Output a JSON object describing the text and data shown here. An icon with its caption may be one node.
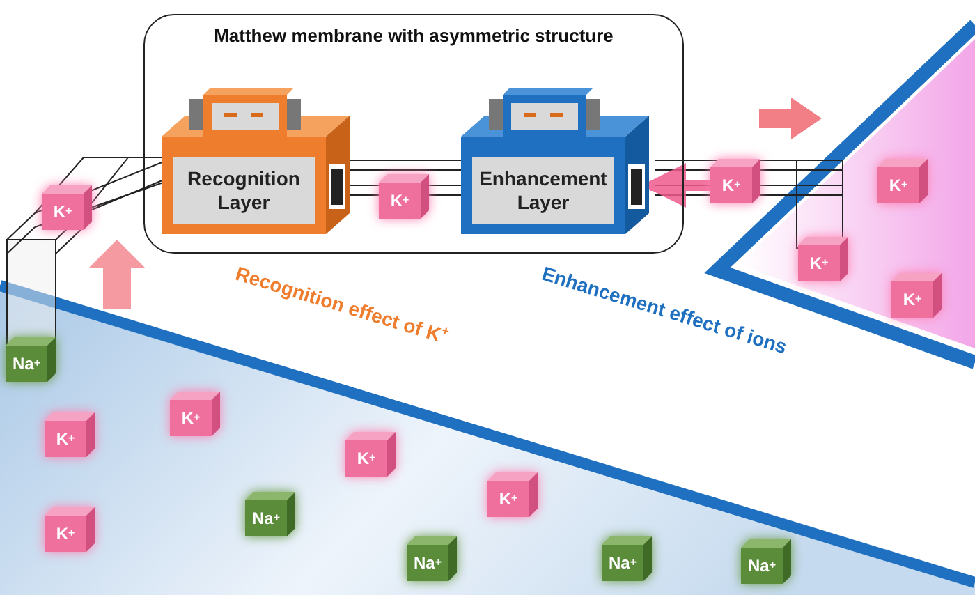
{
  "diagram": {
    "nodes": [
      {
        "text": [
          "Matthew membrane with asymmetric structure"
        ]
      },
      {
        "text": [
          "Recognition Layer"
        ],
        "in": 0
      },
      {
        "text": [
          "Enhancement Layer"
        ],
        "in": 0
      },
      {
        "text": [
          "K$^{+}$"
        ]
      },
      {
        "text": [
          "K$^{+}$"
        ],
        "in": 0
      },
      {
        "text": [
          "K$^{+}$"
        ]
      },
      {
        "text": [
          "K$^{+}$"
        ]
      },
      {
        "text": [
          "K$^{+}$"
        ]
      },
      {
        "text": [
          "K$^{+}$"
        ]
      },
      {
        "text": [
          "Na$^{+}$"
        ]
      },
      {
        "text": [
          "K$^{+}$"
        ]
      },
      {
        "text": [
          "K$^{+}$"
        ]
      },
      {
        "text": [
          "K$^{+}$"
        ]
      },
      {
        "text": [
          "K$^{+}$"
        ]
      },
      {
        "text": [
          "K$^{+}$"
        ]
      },
      {
        "text": [
          "Na$^{+}$"
        ]
      },
      {
        "text": [
          "Na$^{+}$"
        ]
      },
      {
        "text": [
          "Na$^{+}$"
        ]
      },
      {
        "text": [
          "Na$^{+}$"
        ]
      }
    ],
    "edges": [
      {
        "from": 5,
        "to": 2,
        "arrow": "to"
      }
    ],
    "labels": [
      "Recognition effect of K$^{+}$",
      "Enhancement effect of ions"
    ]
  }
}
